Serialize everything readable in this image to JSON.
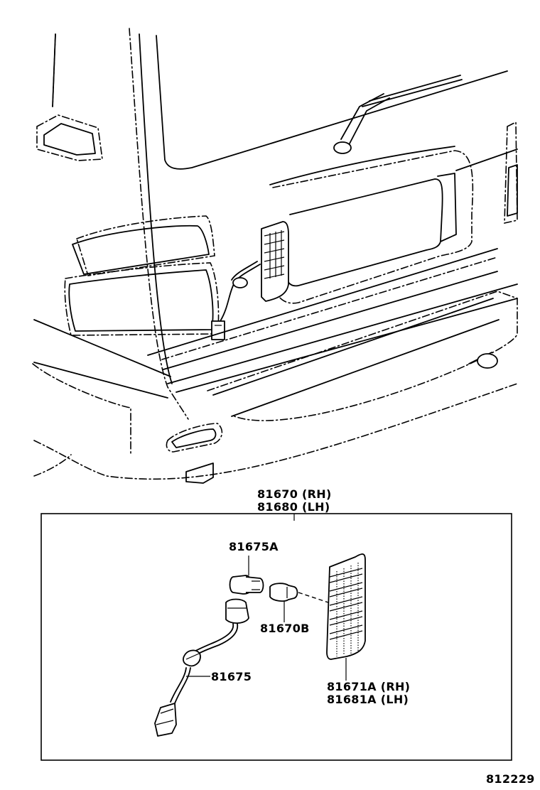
{
  "labels": {
    "assembly_rh": "81670 (RH)",
    "assembly_lh": "81680 (LH)",
    "socket": "81675A",
    "bulb": "81670B",
    "wire": "81675",
    "lens_rh": "81671A (RH)",
    "lens_lh": "81681A (LH)",
    "figure_number": "812229"
  }
}
